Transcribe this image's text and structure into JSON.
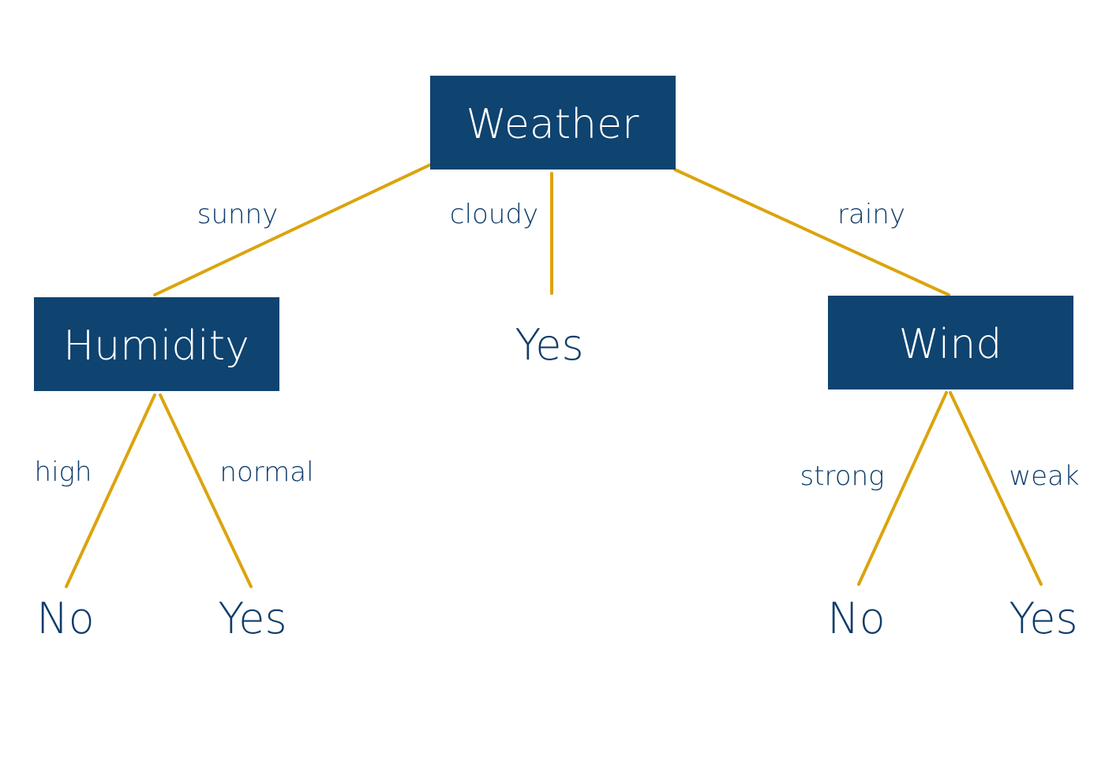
{
  "colors": {
    "node_fill": "#0f4370",
    "edge": "#dba40e",
    "text_dark": "#0f3d6b",
    "text_light": "#ffffff",
    "background": "#ffffff"
  },
  "nodes": {
    "weather": "Weather",
    "humidity": "Humidity",
    "wind": "Wind"
  },
  "edges": {
    "sunny": "sunny",
    "cloudy": "cloudy",
    "rainy": "rainy",
    "high": "high",
    "normal": "normal",
    "strong": "strong",
    "weak": "weak"
  },
  "leaves": {
    "cloudy_yes": "Yes",
    "high_no": "No",
    "normal_yes": "Yes",
    "strong_no": "No",
    "weak_yes": "Yes"
  }
}
